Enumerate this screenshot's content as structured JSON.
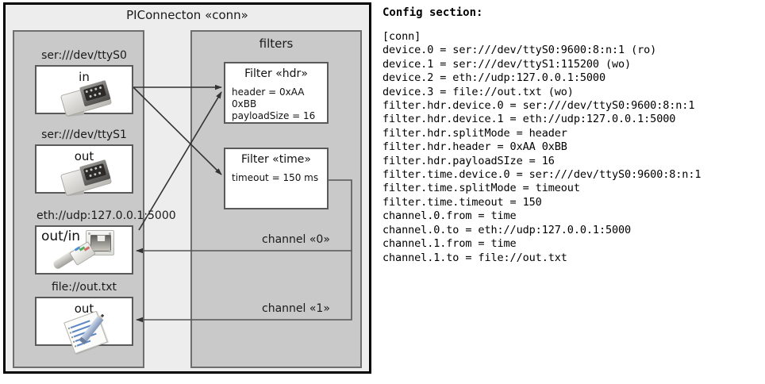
{
  "diagram": {
    "title": "PIConnecton «conn»",
    "devices_group": {
      "title": ""
    },
    "filters_group": {
      "title": "filters"
    },
    "devices": [
      {
        "name": "device-serial-ttyS0",
        "label": "ser:///dev/ttyS0",
        "caption": "in",
        "icon": "serial-db9-icon"
      },
      {
        "name": "device-serial-ttyS1",
        "label": "ser:///dev/ttyS1",
        "caption": "out",
        "icon": "serial-db9-icon"
      },
      {
        "name": "device-eth-udp",
        "label": "eth://udp:127.0.0.1:5000",
        "caption": "out/in",
        "icon": "ethernet-rj45-icon"
      },
      {
        "name": "device-file-out",
        "label": "file://out.txt",
        "caption": "out",
        "icon": "text-file-icon"
      }
    ],
    "filters": [
      {
        "name": "filter-hdr",
        "title": "Filter «hdr»",
        "props": [
          "header = 0xAA 0xBB",
          "payloadSize = 16"
        ]
      },
      {
        "name": "filter-time",
        "title": "Filter «time»",
        "props": [
          "timeout = 150 ms"
        ]
      }
    ],
    "channels": [
      {
        "name": "channel-0",
        "label": "channel «0»"
      },
      {
        "name": "channel-1",
        "label": "channel «1»"
      }
    ],
    "colors": {
      "frame_border": "#000000",
      "frame_fill": "#ededed",
      "group_fill": "#c9c9c9",
      "group_border": "#6e6e6e",
      "node_fill": "#ffffff",
      "node_border": "#5a5a5a",
      "arrow": "#333333"
    }
  },
  "config": {
    "title": "Config section:",
    "text": "[conn]\ndevice.0 = ser:///dev/ttyS0:9600:8:n:1 (ro)\ndevice.1 = ser:///dev/ttyS1:115200 (wo)\ndevice.2 = eth://udp:127.0.0.1:5000\ndevice.3 = file://out.txt (wo)\nfilter.hdr.device.0 = ser:///dev/ttyS0:9600:8:n:1\nfilter.hdr.device.1 = eth://udp:127.0.0.1:5000\nfilter.hdr.splitMode = header\nfilter.hdr.header = 0xAA 0xBB\nfilter.hdr.payloadSIze = 16\nfilter.time.device.0 = ser:///dev/ttyS0:9600:8:n:1\nfilter.time.splitMode = timeout\nfilter.time.timeout = 150\nchannel.0.from = time\nchannel.0.to = eth://udp:127.0.0.1:5000\nchannel.1.from = time\nchannel.1.to = file://out.txt"
  }
}
